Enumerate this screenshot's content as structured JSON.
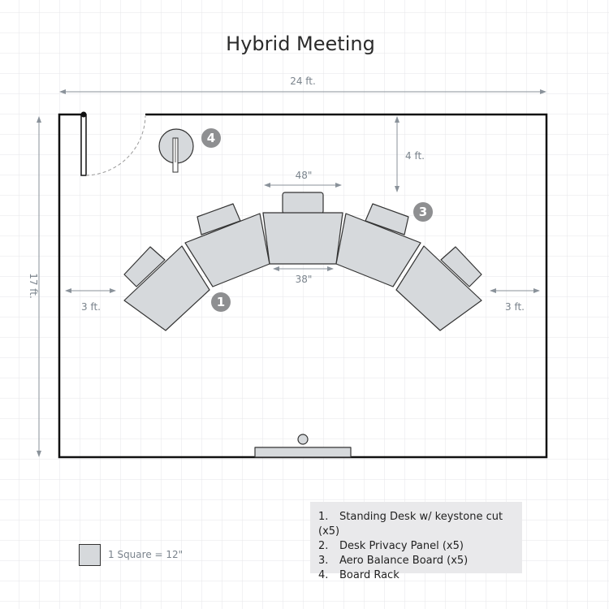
{
  "title": "Hybrid Meeting",
  "dimensions": {
    "width": "24 ft.",
    "height": "17 ft.",
    "top_clearance": "4 ft.",
    "desk_outer": "48\"",
    "desk_inner": "38\"",
    "left_clearance": "3 ft.",
    "right_clearance": "3 ft."
  },
  "badges": [
    "1",
    "3",
    "4"
  ],
  "legend": {
    "items": [
      {
        "num": "1.",
        "label": "Standing Desk w/ keystone cut (x5)"
      },
      {
        "num": "2.",
        "label": "Desk Privacy Panel (x5)"
      },
      {
        "num": "3.",
        "label": "Aero Balance Board (x5)"
      },
      {
        "num": "4.",
        "label": "Board Rack"
      }
    ]
  },
  "scale": {
    "label": "1 Square = 12\""
  },
  "colors": {
    "furniture": "#d6d9dc",
    "badge": "#8e8f91",
    "dimension": "#7a838c"
  }
}
